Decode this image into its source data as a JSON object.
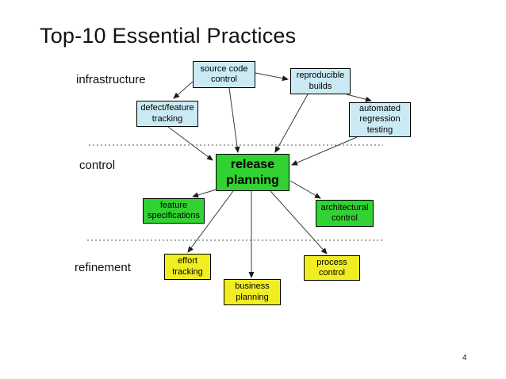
{
  "slide": {
    "title": "Top-10 Essential Practices",
    "page_number": "4"
  },
  "sections": {
    "infrastructure": "infrastructure",
    "control": "control",
    "refinement": "refinement"
  },
  "nodes": {
    "source_code_control": "source code control",
    "reproducible_builds": "reproducible builds",
    "defect_feature_tracking": "defect/feature tracking",
    "automated_regression_testing": "automated regression testing",
    "release_planning": "release planning",
    "feature_specifications": "feature specifications",
    "architectural_control": "architectural control",
    "effort_tracking": "effort tracking",
    "business_planning": "business planning",
    "process_control": "process control"
  },
  "colors": {
    "infrastructure_fill": "#cbebf4",
    "control_fill": "#32d232",
    "refinement_fill": "#f0ee22",
    "box_border": "#000000",
    "connector": "#3c3c3c",
    "background": "#ffffff"
  }
}
